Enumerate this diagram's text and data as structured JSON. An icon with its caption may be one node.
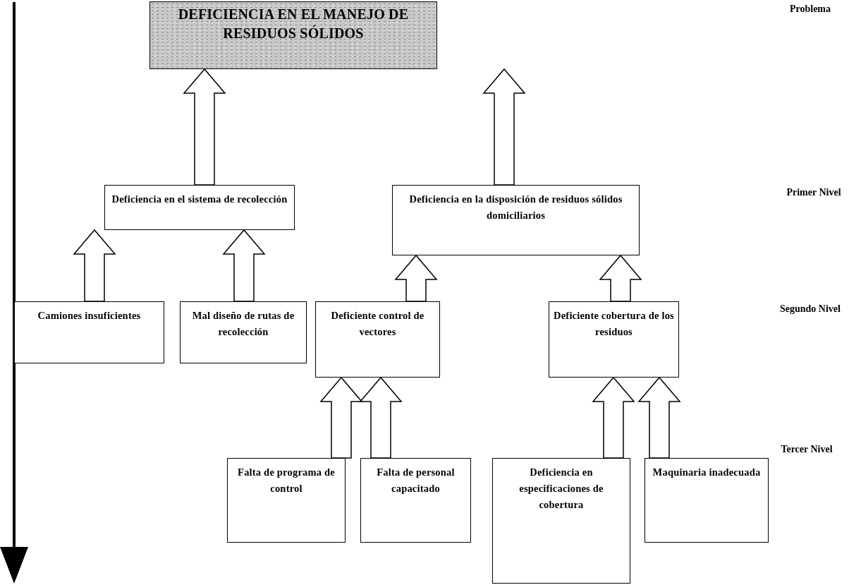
{
  "diagram": {
    "nodes": [
      {
        "text": [
          "DEFICIENCIA EN EL MANEJO DE RESIDUOS SÓLIDOS"
        ]
      },
      {
        "text": [
          "Deficiencia en el sistema de recolección"
        ]
      },
      {
        "text": [
          "Deficiencia en la disposición de residuos sólidos domiciliarios"
        ]
      },
      {
        "text": [
          "Camiones insuficientes"
        ]
      },
      {
        "text": [
          "Mal diseño de rutas de recolección"
        ]
      },
      {
        "text": [
          "Deficiente control de vectores"
        ]
      },
      {
        "text": [
          "Deficiente cobertura de los residuos"
        ]
      },
      {
        "text": [
          "Falta de programa de control"
        ]
      },
      {
        "text": [
          "Falta de personal capacitado"
        ]
      },
      {
        "text": [
          "Deficiencia en especificaciones de cobertura"
        ]
      },
      {
        "text": [
          "Maquinaria inadecuada"
        ]
      }
    ],
    "edges": [
      {
        "from": 1,
        "to": 0,
        "arrow": "to"
      },
      {
        "from": 2,
        "to": 0,
        "arrow": "to"
      },
      {
        "from": 3,
        "to": 1,
        "arrow": "to"
      },
      {
        "from": 4,
        "to": 1,
        "arrow": "to"
      },
      {
        "from": 5,
        "to": 2,
        "arrow": "to"
      },
      {
        "from": 6,
        "to": 2,
        "arrow": "to"
      },
      {
        "from": 7,
        "to": 5,
        "arrow": "to"
      },
      {
        "from": 8,
        "to": 5,
        "arrow": "to"
      },
      {
        "from": 9,
        "to": 6,
        "arrow": "to"
      },
      {
        "from": 10,
        "to": 6,
        "arrow": "to"
      }
    ],
    "labels": [
      "Problema",
      "Primer Nivel",
      "Segundo Nivel",
      "Tercer Nivel"
    ]
  }
}
